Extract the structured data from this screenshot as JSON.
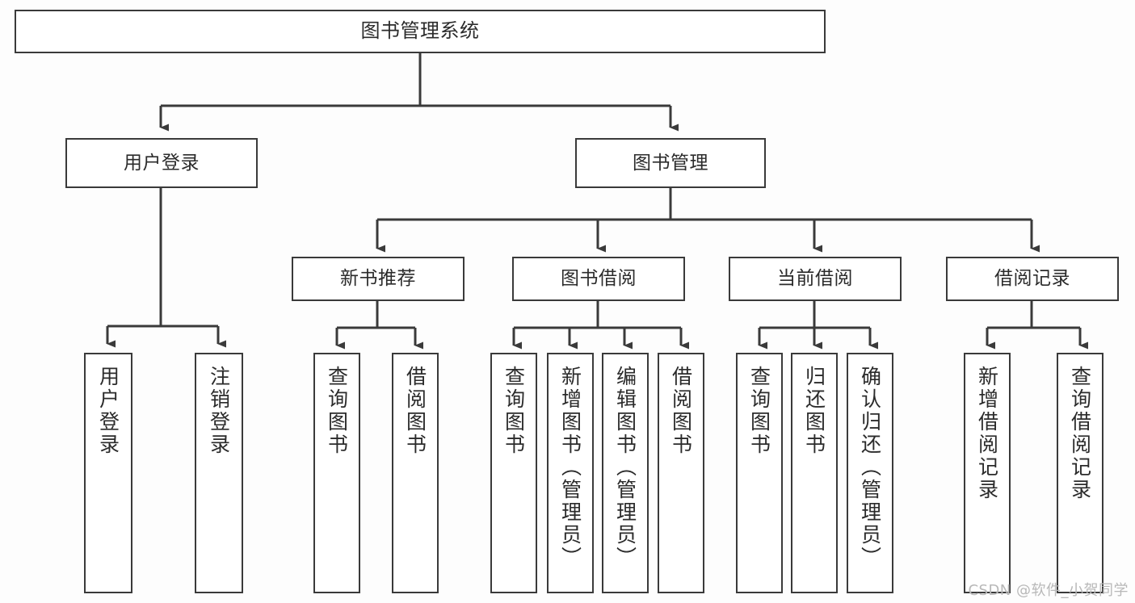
{
  "diagram": {
    "title": "图书管理系统",
    "type": "tree",
    "colors": {
      "background": "#fdfdfd",
      "box_fill": "#ffffff",
      "line": "#3a3a3a",
      "text": "#2b2b2b",
      "watermark": "#b8b8b8"
    },
    "root": {
      "label": "图书管理系统"
    },
    "level2": [
      {
        "label": "用户登录"
      },
      {
        "label": "图书管理"
      }
    ],
    "level3": [
      {
        "label": "新书推荐"
      },
      {
        "label": "图书借阅"
      },
      {
        "label": "当前借阅"
      },
      {
        "label": "借阅记录"
      }
    ],
    "leaves": {
      "user_login": [
        {
          "label": "用户登录"
        },
        {
          "label": "注销登录"
        }
      ],
      "new_book_recommend": [
        {
          "label": "查询图书"
        },
        {
          "label": "借阅图书"
        }
      ],
      "book_borrow": [
        {
          "label": "查询图书"
        },
        {
          "label": "新增图书（管理员）"
        },
        {
          "label": "编辑图书（管理员）"
        },
        {
          "label": "借阅图书"
        }
      ],
      "current_borrow": [
        {
          "label": "查询图书"
        },
        {
          "label": "归还图书"
        },
        {
          "label": "确认归还（管理员）"
        }
      ],
      "borrow_record": [
        {
          "label": "新增借阅记录"
        },
        {
          "label": "查询借阅记录"
        }
      ]
    },
    "watermark": "CSDN @软件_小贺同学"
  }
}
